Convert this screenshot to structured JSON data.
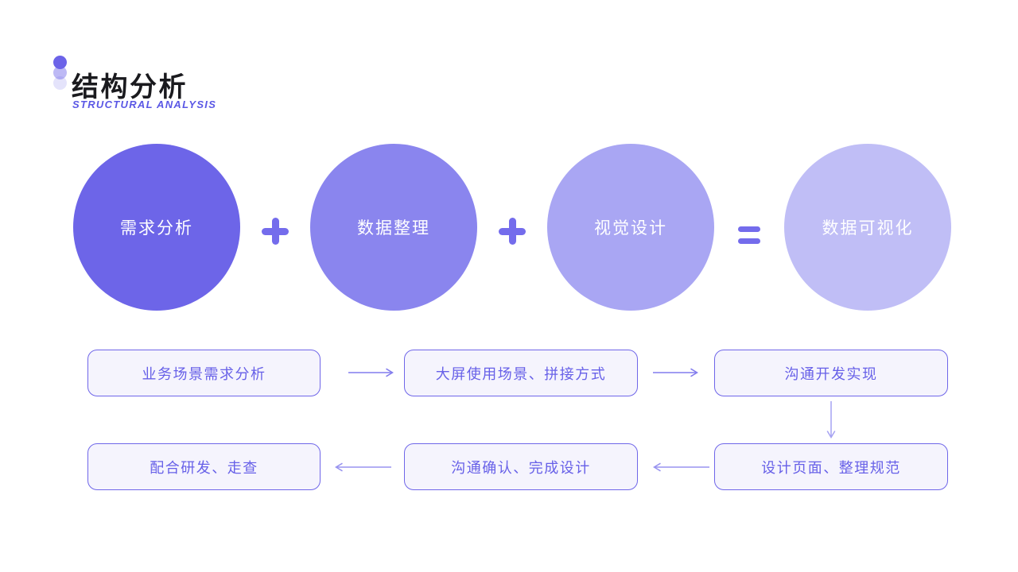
{
  "header": {
    "title": "结构分析",
    "subtitle": "STRUCTURAL ANALYSIS"
  },
  "formula": {
    "circles": [
      {
        "label": "需求分析",
        "color": "#6D65E8"
      },
      {
        "label": "数据整理",
        "color": "#8A85EE"
      },
      {
        "label": "视觉设计",
        "color": "#A9A6F3"
      },
      {
        "label": "数据可视化",
        "color": "#C0BEF6"
      }
    ],
    "operators": [
      "+",
      "+",
      "="
    ]
  },
  "flow": {
    "steps": {
      "s1": "业务场景需求分析",
      "s2": "大屏使用场景、拼接方式",
      "s3": "沟通开发实现",
      "s4": "设计页面、整理规范",
      "s5": "沟通确认、完成设计",
      "s6": "配合研发、走查"
    }
  },
  "colors": {
    "accent": "#6C63E8",
    "title_text": "#1A1A1E",
    "subtitle_text": "#5A57E5",
    "circle_text": "#FFFFFF",
    "operator": "#746CEC",
    "box_border": "#6F66E9",
    "box_background": "#F5F4FD",
    "box_text": "#6760E8",
    "arrow_row1": "#827CED",
    "arrow_down": "#A6A2F2",
    "arrow_row2": "#9893F0"
  }
}
